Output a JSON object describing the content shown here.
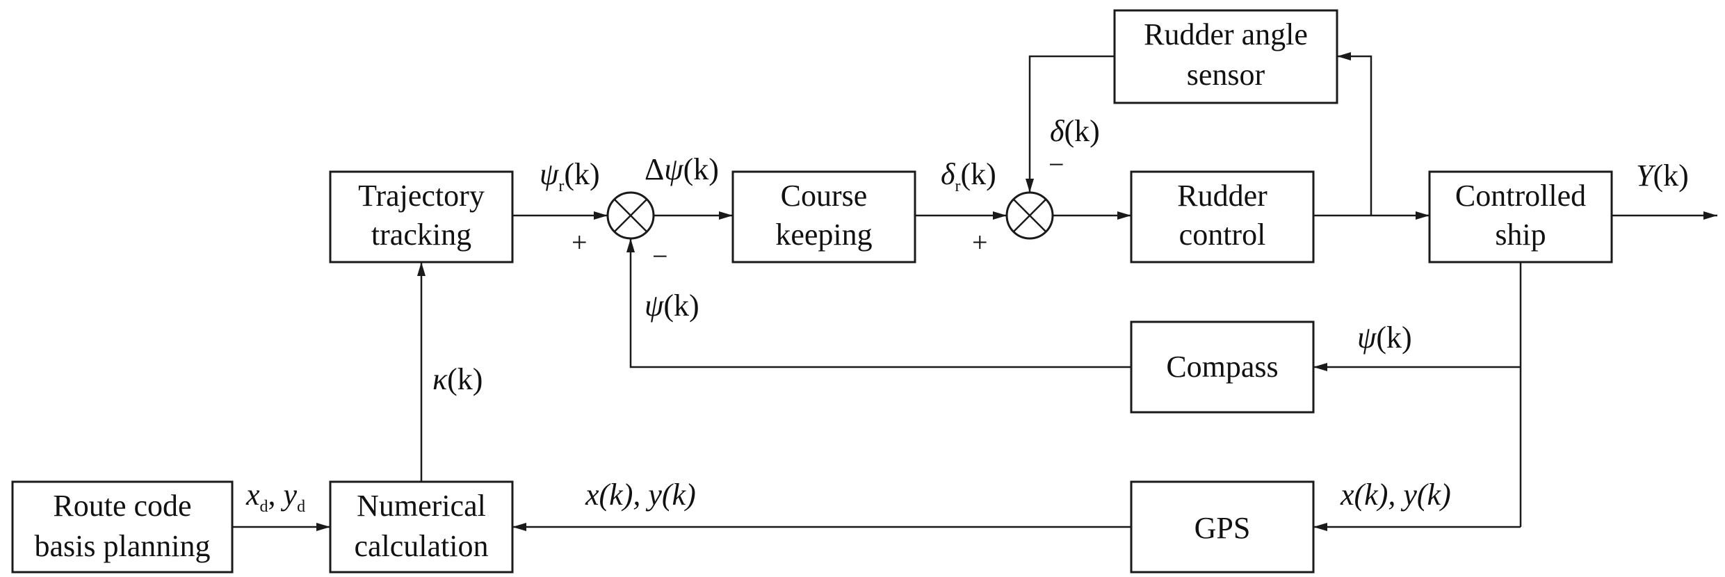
{
  "blocks": {
    "trajectory": [
      "Trajectory",
      "tracking"
    ],
    "course": [
      "Course",
      "keeping"
    ],
    "rudder_control": [
      "Rudder",
      "control"
    ],
    "controlled_ship": [
      "Controlled",
      "ship"
    ],
    "rudder_sensor": [
      "Rudder angle",
      "sensor"
    ],
    "compass": "Compass",
    "gps": "GPS",
    "route": [
      "Route code",
      "basis planning"
    ],
    "numerical": [
      "Numerical",
      "calculation"
    ]
  },
  "signals": {
    "psi_r": {
      "sym": "ψ",
      "sub": "r",
      "arg": "(k)"
    },
    "delta_psi": {
      "pre": "Δ",
      "sym": "ψ",
      "arg": "(k)"
    },
    "delta_r": {
      "sym": "δ",
      "sub": "r",
      "arg": "(k)"
    },
    "delta": {
      "sym": "δ",
      "arg": "(k)"
    },
    "y_out": {
      "sym": "Y",
      "arg": "(k)"
    },
    "psi_feedback": {
      "sym": "ψ",
      "arg": "(k)"
    },
    "psi_compass": {
      "sym": "ψ",
      "arg": "(k)"
    },
    "kappa": {
      "sym": "κ",
      "arg": "(k)"
    },
    "xy_gps": "x(k), y(k)",
    "xy_calc": "x(k), y(k)",
    "xd_yd": {
      "x": "x",
      "x_sub": "d",
      "y": "y",
      "y_sub": "d"
    }
  },
  "signs": {
    "sum1_plus": "+",
    "sum1_minus": "−",
    "sum2_plus": "+",
    "sum2_minus": "−"
  }
}
